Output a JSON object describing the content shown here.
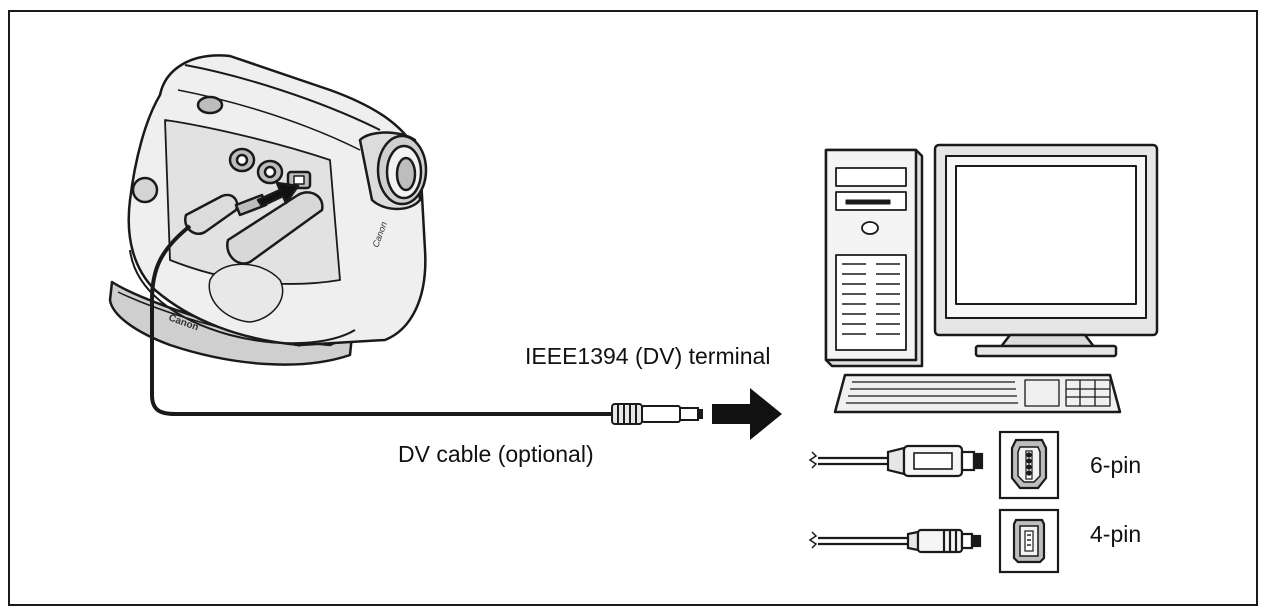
{
  "labels": {
    "terminal": "IEEE1394 (DV) terminal",
    "cable": "DV cable (optional)",
    "pin6": "6-pin",
    "pin4": "4-pin"
  },
  "logos": {
    "camcorder_brand": "Canon"
  },
  "colors": {
    "line": "#1a1a1a",
    "body_fill": "#efefef",
    "shade": "#bdbdbd",
    "arrow": "#111111"
  }
}
